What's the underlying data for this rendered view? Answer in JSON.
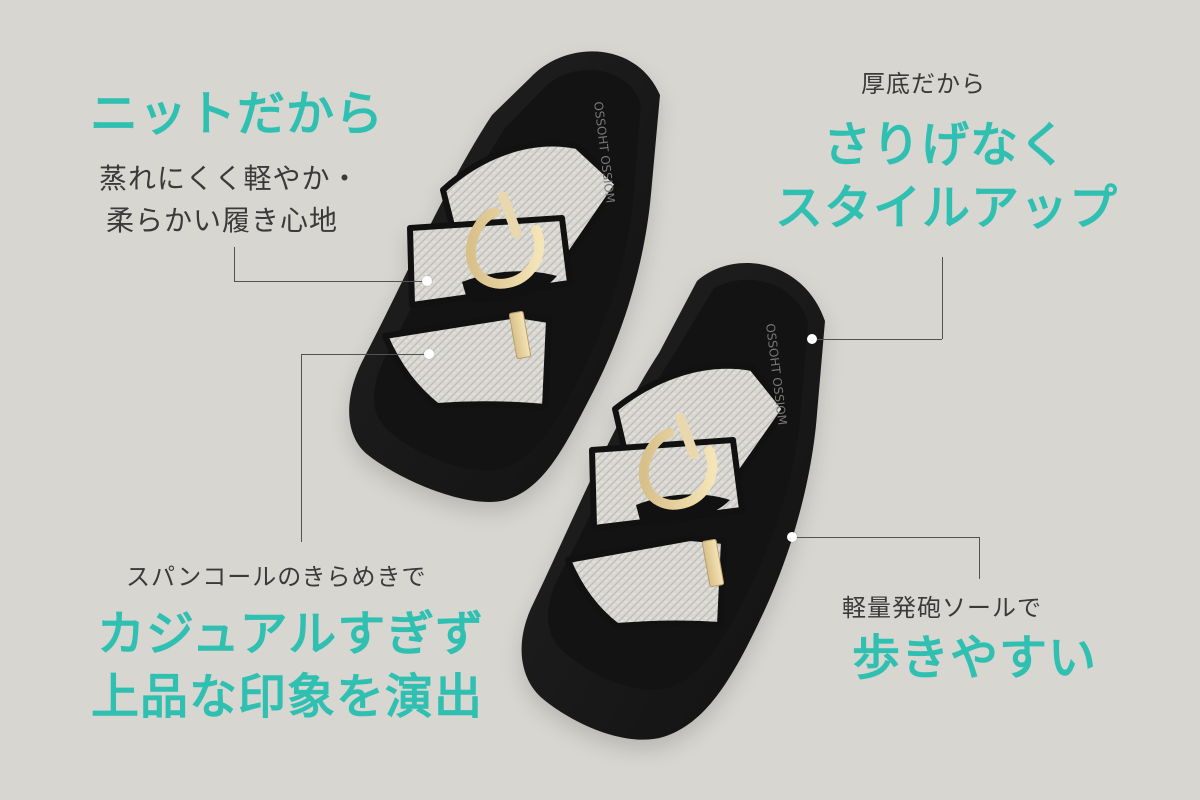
{
  "colors": {
    "background": "#d8d6d1",
    "accent": "#2fc0b1",
    "subtext": "#3a3a3a",
    "line": "#525252"
  },
  "callouts": {
    "knit": {
      "heading": "ニットだから",
      "line1": "蒸れにくく軽やか・",
      "line2": "柔らかい履き心地"
    },
    "platform": {
      "sub": "厚底だから",
      "heading1": "さりげなく",
      "heading2": "スタイルアップ"
    },
    "sequin": {
      "sub": "スパンコールのきらめきで",
      "heading1": "カジュアルすぎず",
      "heading2": "上品な印象を演出"
    },
    "sole": {
      "sub": "軽量発砲ソールで",
      "heading": "歩きやすい"
    }
  },
  "product": {
    "insole_print": "OSSOHT OSSIOM"
  }
}
